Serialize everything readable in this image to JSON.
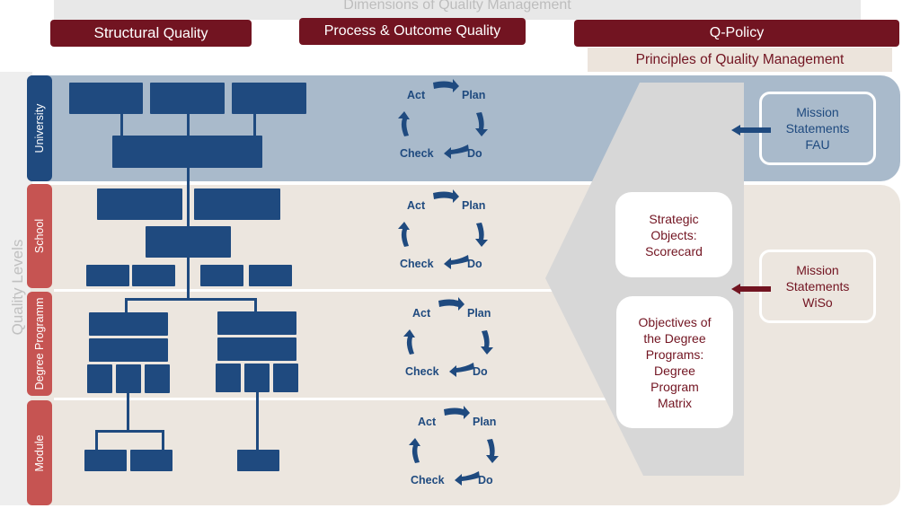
{
  "title": "Dimensions of Quality Management",
  "dimensions": {
    "structural": {
      "main": "Structural",
      "suffix": "Quality"
    },
    "process": "Process & Outcome Quality",
    "policy": "Q-Policy",
    "principles": "Principles of Quality Management"
  },
  "quality_levels_label": "Quality Levels",
  "levels": [
    "University",
    "School",
    "Degree Programm",
    "Module"
  ],
  "pdca": {
    "act": "Act",
    "plan": "Plan",
    "do": "Do",
    "check": "Check"
  },
  "objectives": [
    [
      "Strategic",
      "Objects:",
      "Scorecard"
    ],
    [
      "Objectives of",
      "the Degree",
      "Programs:",
      "Degree",
      "Program",
      "Matrix"
    ]
  ],
  "missions": [
    [
      "Mission",
      "Statements",
      "FAU"
    ],
    [
      "Mission",
      "Statements",
      "WiSo"
    ]
  ],
  "colors": {
    "dark_red": "#721421",
    "blue": "#1f4a7f",
    "red_label": "#c65452",
    "university_bg": "#a9bacb",
    "beige_bg": "#ece6df",
    "gray_shape": "#d7d7d7"
  }
}
